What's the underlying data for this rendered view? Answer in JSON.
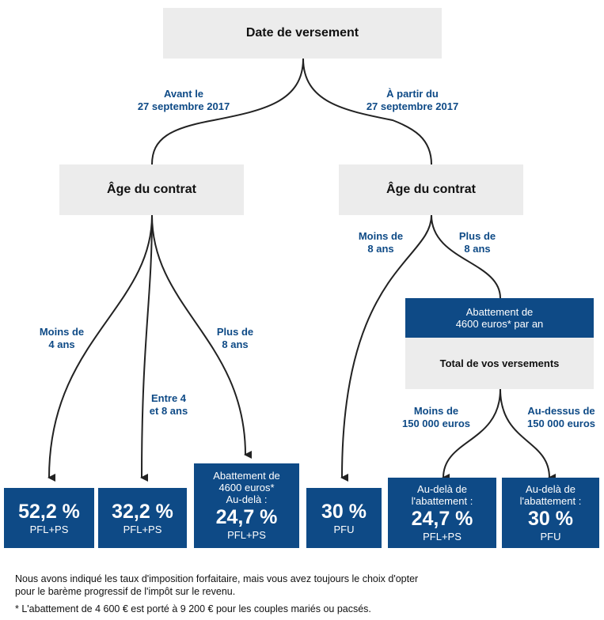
{
  "root": {
    "title": "Date de versement"
  },
  "branches": {
    "left": [
      "Avant le",
      "27 septembre 2017"
    ],
    "right": [
      "À partir du",
      "27 septembre 2017"
    ]
  },
  "age_left": {
    "title": "Âge du contrat"
  },
  "age_right": {
    "title": "Âge du contrat"
  },
  "edge_labels": {
    "lt4": [
      "Moins de",
      "4 ans"
    ],
    "b4_8": [
      "Entre 4",
      "et 8 ans"
    ],
    "gt8_left": [
      "Plus de",
      "8 ans"
    ],
    "lt8": [
      "Moins de",
      "8 ans"
    ],
    "gt8_right": [
      "Plus de",
      "8 ans"
    ],
    "lt150": [
      "Moins de",
      "150 000 euros"
    ],
    "gt150": [
      "Au-dessus de",
      "150 000 euros"
    ]
  },
  "abattement_header": {
    "line1": "Abattement de",
    "line2": "4600 euros* par an"
  },
  "total_versements": {
    "title": "Total de vos versements"
  },
  "results": [
    {
      "rate": "52,2 %",
      "tax": "PFL+PS"
    },
    {
      "rate": "32,2 %",
      "tax": "PFL+PS"
    },
    {
      "pre1": "Abattement de",
      "pre2": "4600 euros*",
      "pre3": "Au-delà :",
      "rate": "24,7 %",
      "tax": "PFL+PS"
    },
    {
      "rate": "30 %",
      "tax": "PFU"
    },
    {
      "pre1": "Au-delà de",
      "pre2": "l'abattement :",
      "rate": "24,7 %",
      "tax": "PFL+PS"
    },
    {
      "pre1": "Au-delà de",
      "pre2": "l'abattement :",
      "rate": "30 %",
      "tax": "PFU"
    }
  ],
  "footnotes": {
    "line1": "Nous avons indiqué les taux d'imposition forfaitaire, mais vous avez toujours le choix d'opter",
    "line2": "pour le barème progressif de l'impôt sur le revenu.",
    "line3": "* L'abattement de 4 600 € est porté à 9 200 € pour les couples mariés ou pacsés."
  },
  "colors": {
    "box_blue": "#0e4a86",
    "box_grey": "#ececec",
    "label_blue": "#0e4a86",
    "edge": "#222222"
  }
}
